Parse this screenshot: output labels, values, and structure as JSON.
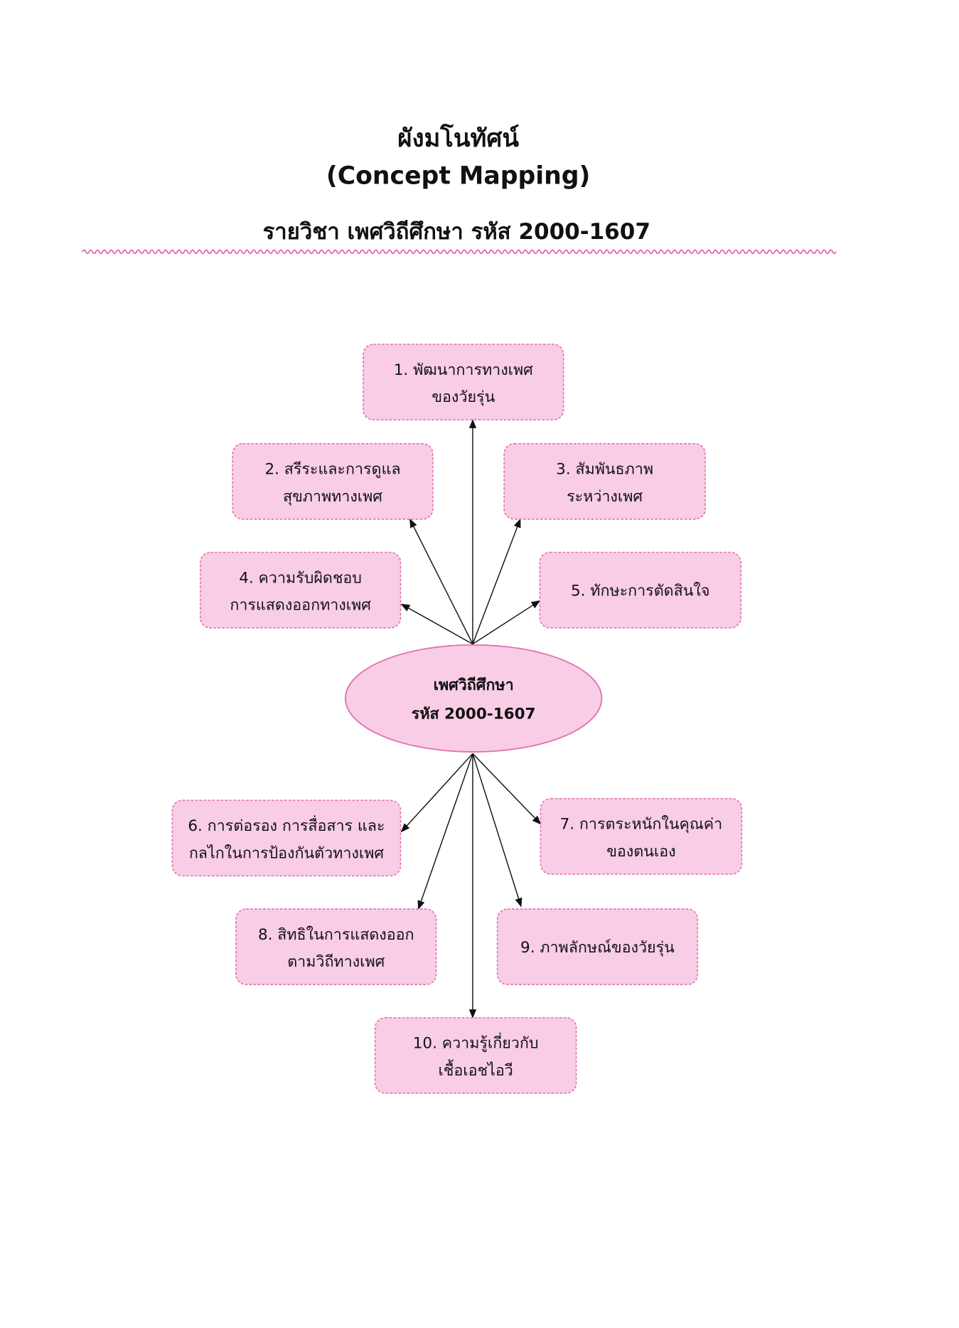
{
  "header": {
    "title_line1": "ผังมโนทัศน์",
    "title_line2": "(Concept Mapping)",
    "subtitle": "รายวิชา เพศวิถีศึกษา รหัส 2000-1607"
  },
  "center": {
    "line1": "เพศวิถีศึกษา",
    "line2": "รหัส 2000-1607"
  },
  "topics": [
    {
      "line1": "1. พัฒนาการทางเพศ",
      "line2": "ของวัยรุ่น"
    },
    {
      "line1": "2. สรีระและการดูแล",
      "line2": "สุขภาพทางเพศ"
    },
    {
      "line1": "3. สัมพันธภาพ",
      "line2": "ระหว่างเพศ"
    },
    {
      "line1": "4. ความรับผิดชอบ",
      "line2": "การแสดงออกทางเพศ"
    },
    {
      "line1": "5. ทักษะการตัดสินใจ",
      "line2": ""
    },
    {
      "line1": "6. การต่อรอง การสื่อสาร และ",
      "line2": "กลไกในการป้องกันตัวทางเพศ"
    },
    {
      "line1": "7. การตระหนักในคุณค่า",
      "line2": "ของตนเอง"
    },
    {
      "line1": "8. สิทธิในการแสดงออก",
      "line2": "ตามวิถีทางเพศ"
    },
    {
      "line1": "9. ภาพลักษณ์ของวัยรุ่น",
      "line2": ""
    },
    {
      "line1": "10. ความรู้เกี่ยวกับ",
      "line2": "เชื้อเอชไอวี"
    }
  ],
  "colors": {
    "box_fill": "#f8cde5",
    "border": "#e070b0"
  }
}
